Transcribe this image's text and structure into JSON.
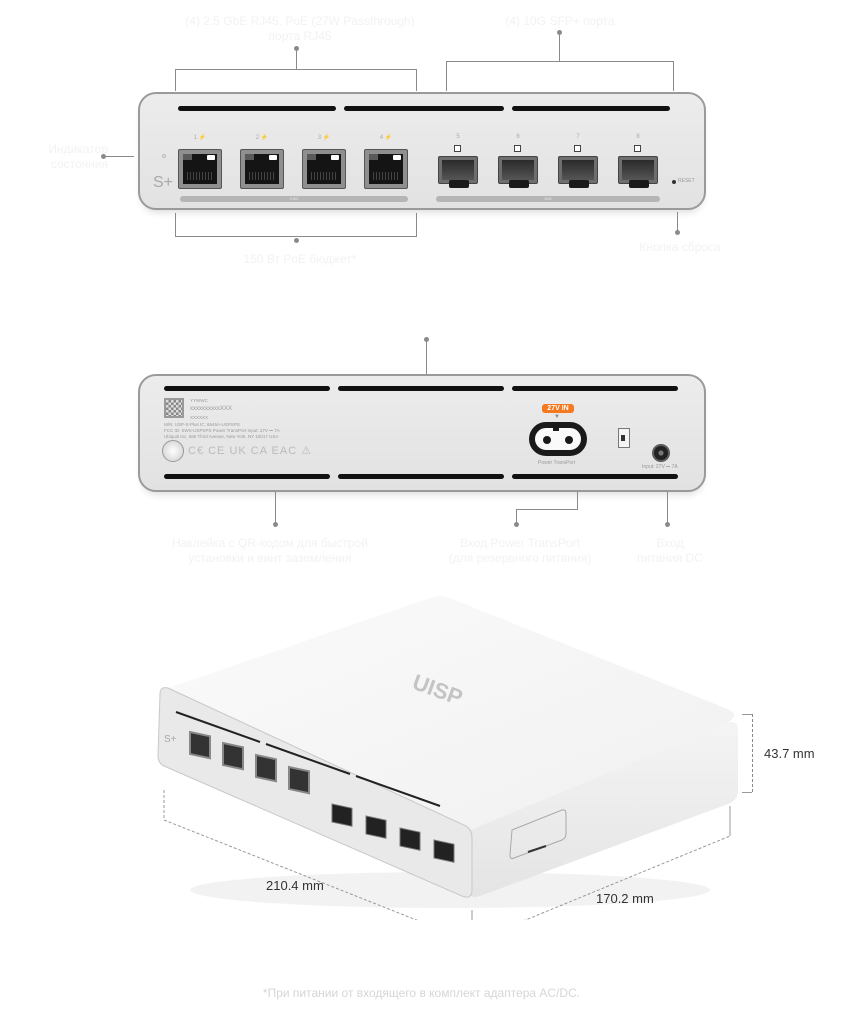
{
  "front_view": {
    "callouts": {
      "top_left": "(4) 2.5 GbE RJ45, PoE (27W Passthrough)\nпорта RJ45",
      "top_right": "(4) 10G SFP+ порта",
      "left": "Индикатор\nсостояния",
      "bottom_left": "150 Вт PoE бюджет*",
      "bottom_right": "Кнопка сброса"
    },
    "brand_mark": "S+",
    "rj45_ports": [
      {
        "label": "1 ⚡",
        "led_on": true
      },
      {
        "label": "2 ⚡",
        "led_on": true
      },
      {
        "label": "3 ⚡",
        "led_on": true
      },
      {
        "label": "4 ⚡",
        "led_on": true
      }
    ],
    "sfp_ports": [
      {
        "label": "5"
      },
      {
        "label": "6"
      },
      {
        "label": "7"
      },
      {
        "label": "8"
      }
    ],
    "rj45_group_bar_label": "2.5G",
    "sfp_group_bar_label": "10G",
    "reset_label": "RESET"
  },
  "back_view": {
    "callouts": {
      "top": "",
      "bottom_left": "Наклейка с QR-кодом для быстрой\nустановки и винт заземления",
      "bottom_center": "Вход Power TransPort\n(для резервного питания)",
      "bottom_right": "Вход\nпитания DC"
    },
    "label_lines": {
      "date_code": "YYWWC",
      "serial": "xxxxxxxxxxXXX",
      "lot": "XXXXXX",
      "model": "M/N: USP-S-Plus   IC: 6545A-USPSPS",
      "fcc": "FCC ID: SWX-USPSPS    Power TransPort Input: 27V ⎓ 7A",
      "address": "Ubiquiti Inc. 685 Third Avenue, New York, NY 10017 USA"
    },
    "cert_marks": "C€ CE UK CA EAC ⚠",
    "power_badge": "27V IN",
    "power_transport_label": "Power TransPort",
    "dc_input_label": "Input: 27V ⎓ 7A"
  },
  "iso_view": {
    "logo": "UISP",
    "dimensions": {
      "height": "43.7 mm",
      "width": "210.4 mm",
      "depth": "170.2 mm"
    }
  },
  "footnote": "*При питании от входящего в комплект адаптера AC/DC.",
  "colors": {
    "accent_orange": "#f47920",
    "panel": "#e6e6e6",
    "dim_text": "#333333",
    "ghost_text": "#f2f2f2"
  }
}
